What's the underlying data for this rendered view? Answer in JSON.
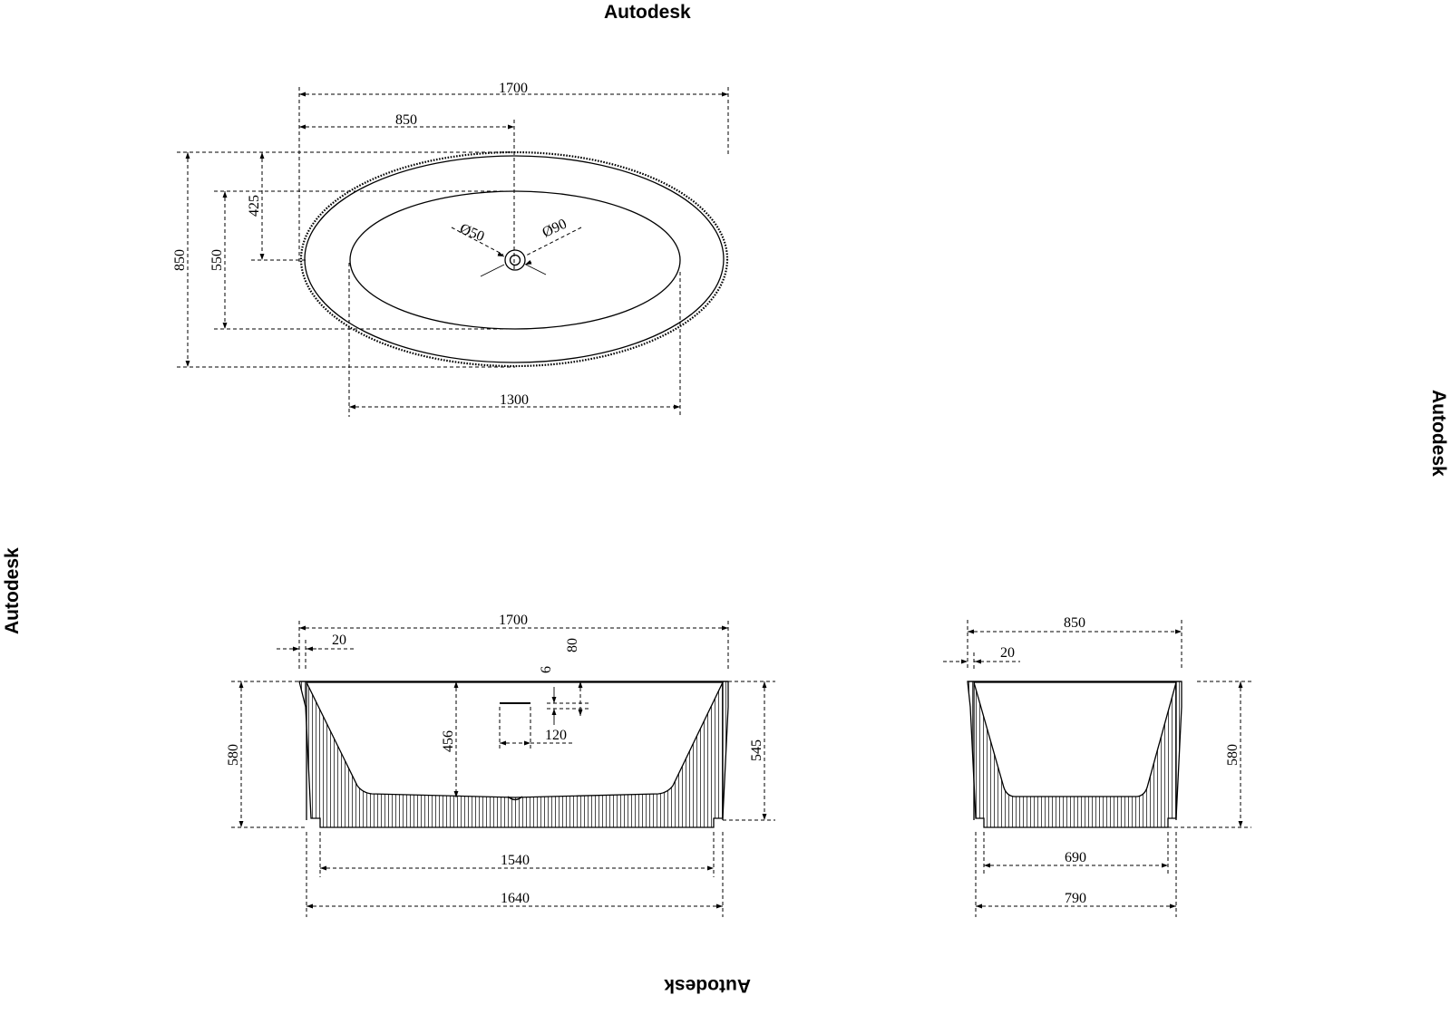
{
  "watermarks": {
    "top": "Autodesk",
    "bottom": "Autodesk",
    "left": "Autodesk",
    "right": "Autodesk"
  },
  "top_view": {
    "overall_length": "1700",
    "half_length": "850",
    "overall_width": "850",
    "half_width": "425",
    "inner_width": "550",
    "inner_length": "1300",
    "drain_diameter_small": "Ø50",
    "drain_diameter_large": "Ø90"
  },
  "front_view": {
    "overall_length": "1700",
    "rim_offset": "20",
    "overflow_top": "80",
    "overflow_height": "6",
    "overflow_width": "120",
    "inner_depth": "456",
    "total_height": "580",
    "body_height": "545",
    "base_inner": "1540",
    "base_outer": "1640"
  },
  "side_view": {
    "overall_width": "850",
    "rim_offset": "20",
    "total_height": "580",
    "base_inner": "690",
    "base_outer": "790"
  },
  "colors": {
    "line": "#000000",
    "background": "#ffffff"
  }
}
